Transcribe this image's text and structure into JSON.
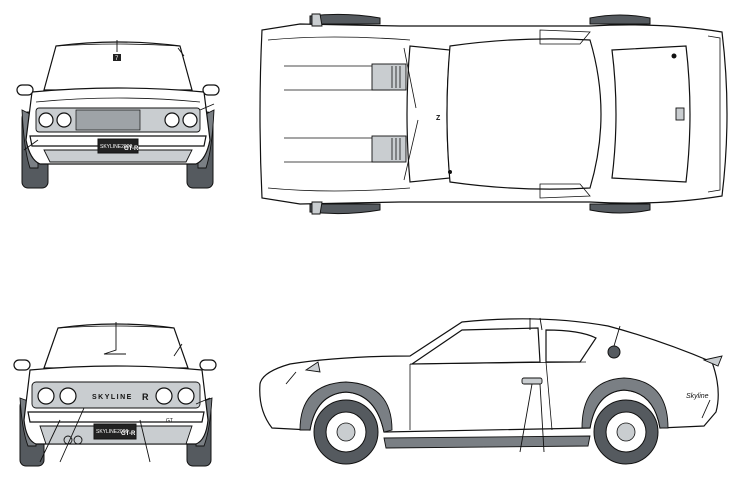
{
  "front_view": {
    "plate_text": "SKYLINE2000",
    "plate_badge": "GT-R",
    "hood_badge": "7"
  },
  "rear_view": {
    "script": "SKYLINE",
    "badge": "R",
    "plate_text": "SKYLINE2000",
    "plate_badge": "GT-R",
    "light_label": "GT"
  },
  "top_view": {
    "hood_badge": "Z"
  },
  "side_view": {
    "script": "Skyline"
  },
  "colors": {
    "tyre": "#555a5f",
    "rubber": "#7a7f84",
    "lines": "#111111"
  }
}
